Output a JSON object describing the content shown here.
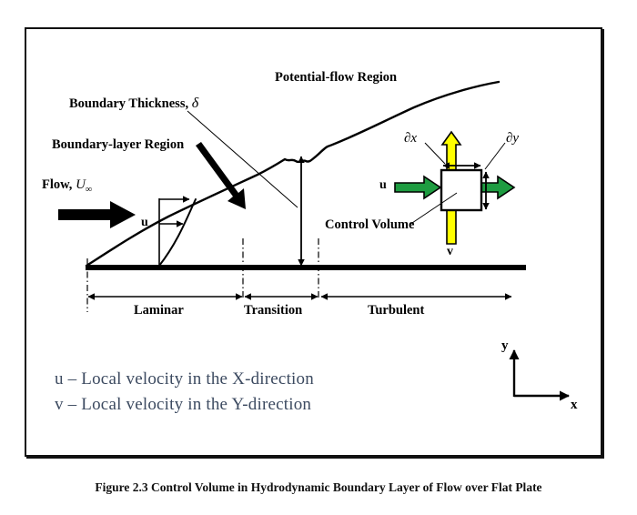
{
  "figure": {
    "caption": "Figure 2.3   Control Volume in Hydrodynamic Boundary Layer of Flow over Flat Plate",
    "frame_color": "#111111",
    "background": "#ffffff"
  },
  "labels": {
    "potential_flow_region": "Potential-flow Region",
    "boundary_thickness_text": "Boundary Thickness,",
    "boundary_thickness_symbol": "δ",
    "boundary_layer_region": "Boundary-layer Region",
    "flow_text": "Flow,",
    "flow_symbol": "U",
    "flow_subscript": "∞",
    "velocity_profile_u": "u",
    "control_volume": "Control Volume",
    "cv_inlet_u": "u",
    "cv_bottom_v": "v",
    "partial_x": "∂x",
    "partial_y": "∂y"
  },
  "regions": [
    {
      "name": "laminar",
      "label": "Laminar"
    },
    {
      "name": "transition",
      "label": "Transition"
    },
    {
      "name": "turbulent",
      "label": "Turbulent"
    }
  ],
  "axes": {
    "y_label": "y",
    "x_label": "x"
  },
  "legend": {
    "lines": [
      "u – Local velocity in the X-direction",
      "v – Local velocity in the Y-direction"
    ],
    "text_color": "#3c4a60"
  },
  "colors": {
    "green_arrow_fill": "#1e9c41",
    "yellow_arrow_fill": "#ffff00",
    "stroke": "#000000",
    "plate": "#000000",
    "legend_text": "#3c4a60"
  }
}
